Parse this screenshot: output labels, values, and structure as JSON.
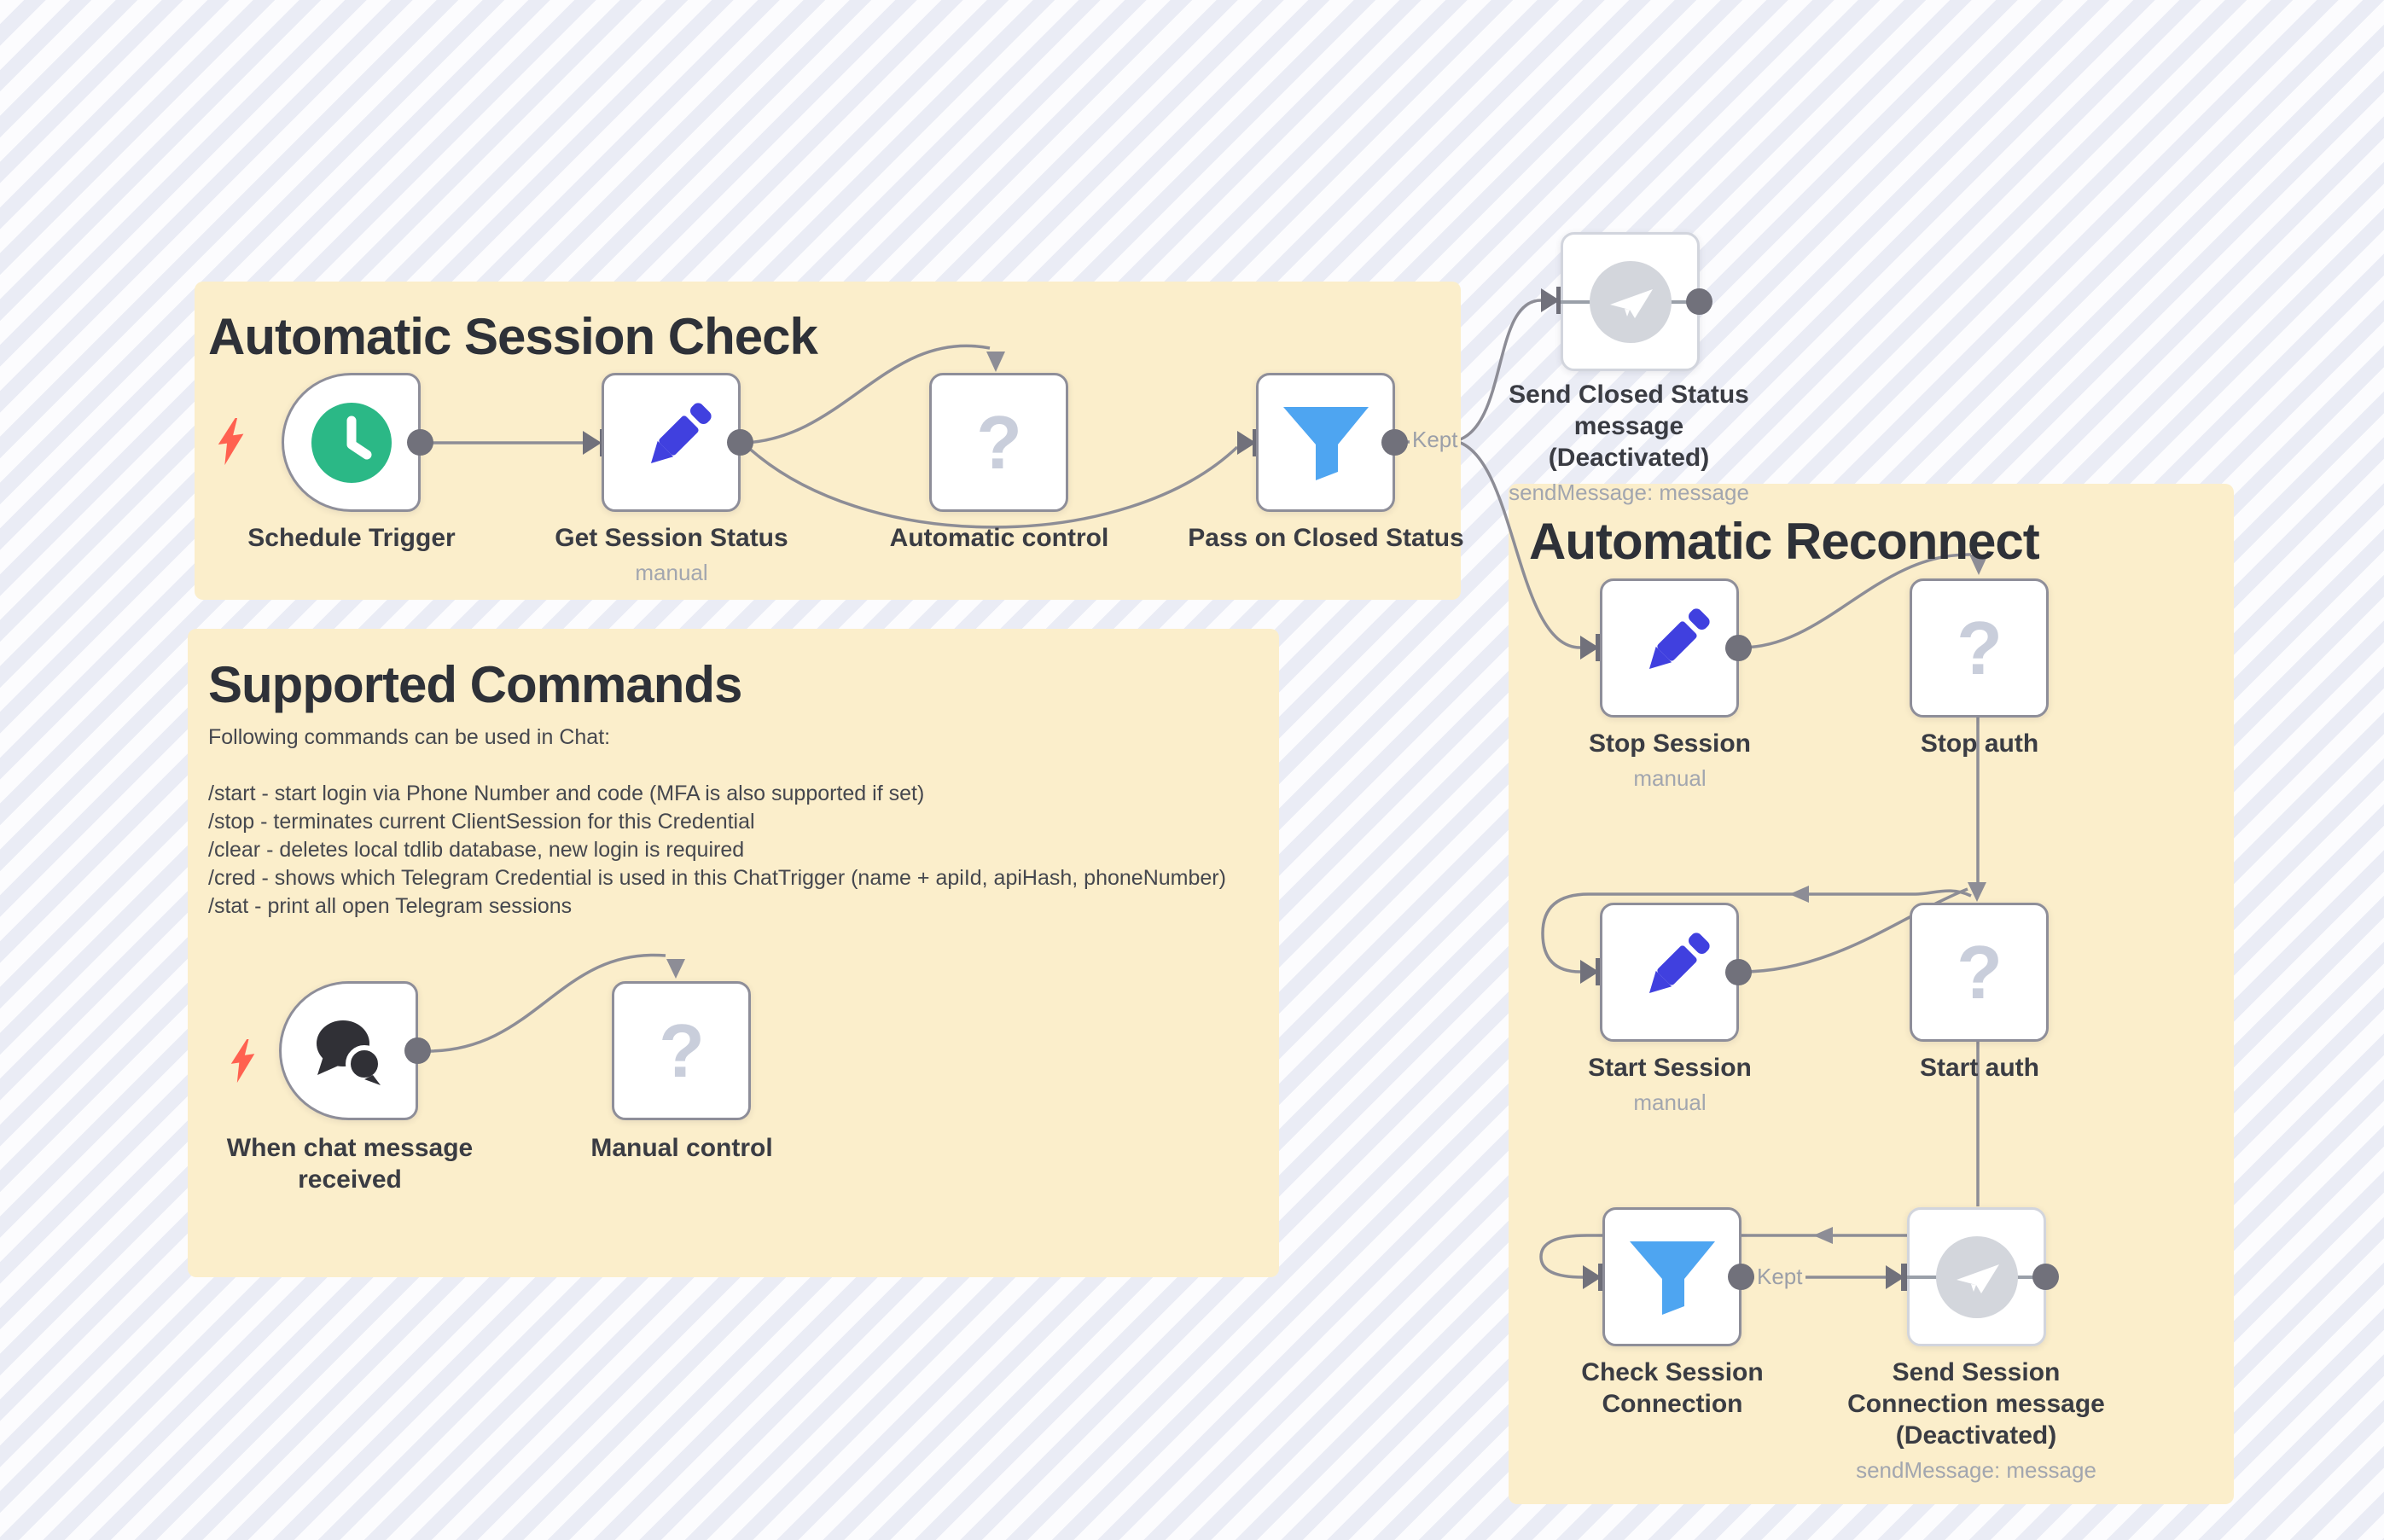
{
  "stickies": {
    "session_check": {
      "title": "Automatic Session Check"
    },
    "supported_commands": {
      "title": "Supported Commands",
      "intro": "Following commands can be used in Chat:",
      "commands": [
        "/start - start login via Phone Number and code (MFA is also supported if set)",
        "/stop - terminates current ClientSession for this Credential",
        "/clear - deletes local tdlib database, new login is required",
        "/cred - shows which Telegram Credential is used in this ChatTrigger (name + apiId, apiHash, phoneNumber)",
        "/stat - print all open Telegram sessions"
      ]
    },
    "automatic_reconnect": {
      "title": "Automatic Reconnect"
    }
  },
  "nodes": {
    "schedule_trigger": {
      "label": "Schedule Trigger"
    },
    "get_session_status": {
      "label": "Get Session Status",
      "sublabel": "manual"
    },
    "automatic_control": {
      "label": "Automatic control"
    },
    "pass_on_closed": {
      "label": "Pass on Closed Status",
      "output_label": "Kept"
    },
    "send_closed": {
      "label": "Send Closed Status message\n(Deactivated)",
      "sublabel": "sendMessage: message"
    },
    "stop_session": {
      "label": "Stop Session",
      "sublabel": "manual"
    },
    "stop_auth": {
      "label": "Stop auth"
    },
    "start_session": {
      "label": "Start Session",
      "sublabel": "manual"
    },
    "start_auth": {
      "label": "Start auth"
    },
    "check_session": {
      "label": "Check Session Connection",
      "output_label": "Kept"
    },
    "send_session": {
      "label": "Send Session Connection message\n(Deactivated)",
      "sublabel": "sendMessage: message"
    },
    "when_chat": {
      "label": "When chat message received"
    },
    "manual_control": {
      "label": "Manual control"
    }
  },
  "colors": {
    "sticky_bg": "#fbeecb",
    "stripe_a": "#fcfcfe",
    "stripe_b": "#eaecf5",
    "line": "#8d8d96",
    "port": "#71717b",
    "node_border": "#8e8e99",
    "node_border_deact": "#d2d5dd",
    "pencil": "#4040df",
    "funnel": "#4ea5f1",
    "clock": "#2bb886",
    "question": "#c9cedb",
    "telegram": "#d3d6dc",
    "chat": "#303036",
    "bolt": "#ff6150",
    "strike": "#9aa0a9",
    "kept": "#9b9fa8"
  }
}
